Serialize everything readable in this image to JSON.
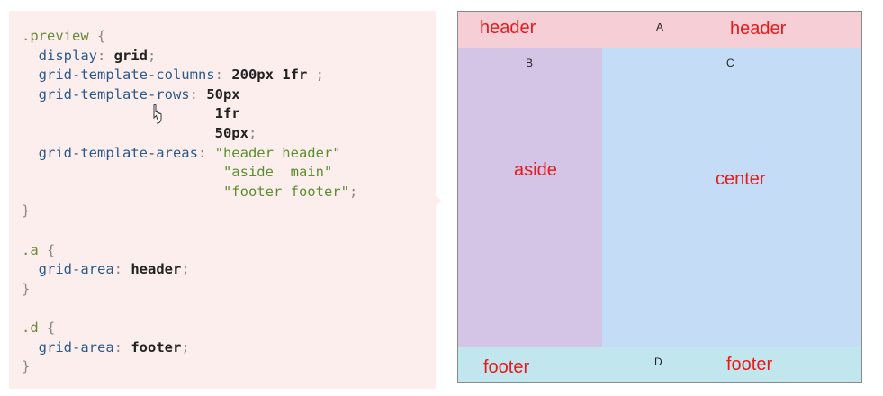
{
  "code": {
    "lines": [
      [
        {
          "t": ".preview ",
          "c": "sel"
        },
        {
          "t": "{",
          "c": "punc"
        }
      ],
      [
        {
          "t": "  display",
          "c": "prop"
        },
        {
          "t": ": ",
          "c": "punc"
        },
        {
          "t": "grid",
          "c": "val"
        },
        {
          "t": ";",
          "c": "punc"
        }
      ],
      [
        {
          "t": "  grid-template-columns",
          "c": "prop"
        },
        {
          "t": ": ",
          "c": "punc"
        },
        {
          "t": "200px 1fr",
          "c": "val"
        },
        {
          "t": " ;",
          "c": "punc"
        }
      ],
      [
        {
          "t": "  grid-template-rows",
          "c": "prop"
        },
        {
          "t": ": ",
          "c": "punc"
        },
        {
          "t": "50px",
          "c": "val"
        }
      ],
      [
        {
          "t": "                       ",
          "c": "punc"
        },
        {
          "t": "1fr",
          "c": "val"
        }
      ],
      [
        {
          "t": "                       ",
          "c": "punc"
        },
        {
          "t": "50px",
          "c": "val"
        },
        {
          "t": ";",
          "c": "punc"
        }
      ],
      [
        {
          "t": "  grid-template-areas",
          "c": "prop"
        },
        {
          "t": ": ",
          "c": "punc"
        },
        {
          "t": "\"header header\"",
          "c": "str"
        }
      ],
      [
        {
          "t": "                        ",
          "c": "punc"
        },
        {
          "t": "\"aside  main\"",
          "c": "str"
        }
      ],
      [
        {
          "t": "                        ",
          "c": "punc"
        },
        {
          "t": "\"footer footer\"",
          "c": "str"
        },
        {
          "t": ";",
          "c": "punc"
        }
      ],
      [
        {
          "t": "}",
          "c": "punc"
        }
      ],
      [
        {
          "t": "",
          "c": "punc"
        }
      ],
      [
        {
          "t": ".a ",
          "c": "sel"
        },
        {
          "t": "{",
          "c": "punc"
        }
      ],
      [
        {
          "t": "  grid-area",
          "c": "prop"
        },
        {
          "t": ": ",
          "c": "punc"
        },
        {
          "t": "header",
          "c": "val"
        },
        {
          "t": ";",
          "c": "punc"
        }
      ],
      [
        {
          "t": "}",
          "c": "punc"
        }
      ],
      [
        {
          "t": "",
          "c": "punc"
        }
      ],
      [
        {
          "t": ".d ",
          "c": "sel"
        },
        {
          "t": "{",
          "c": "punc"
        }
      ],
      [
        {
          "t": "  grid-area",
          "c": "prop"
        },
        {
          "t": ": ",
          "c": "punc"
        },
        {
          "t": "footer",
          "c": "val"
        },
        {
          "t": ";",
          "c": "punc"
        }
      ],
      [
        {
          "t": "}",
          "c": "punc"
        }
      ]
    ]
  },
  "preview": {
    "letters": {
      "a": "A",
      "b": "B",
      "c": "C",
      "d": "D"
    },
    "annotations": {
      "header_left": "header",
      "header_right": "header",
      "aside": "aside",
      "center": "center",
      "footer_left": "footer",
      "footer_right": "footer"
    },
    "colors": {
      "a": "#f6cfd6",
      "b": "#d4c4e6",
      "c": "#c4dcf6",
      "d": "#c2e6ee",
      "annotation": "#e8191a"
    }
  },
  "icons": {
    "cursor": "hand-pointer-icon"
  }
}
